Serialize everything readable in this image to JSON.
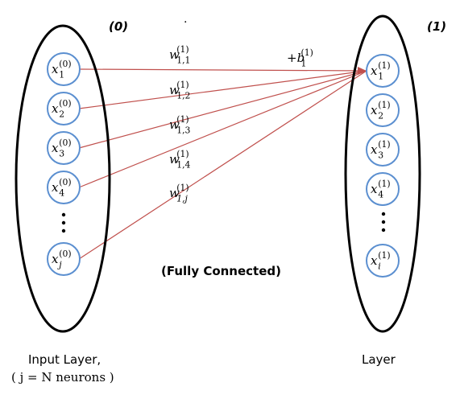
{
  "layers": {
    "input": {
      "index": "(0)",
      "caption_line1": "Input Layer,",
      "caption_line2": "( j = N neurons )"
    },
    "output": {
      "index": "(1)",
      "caption": "Layer"
    }
  },
  "input_neurons": [
    {
      "base": "x",
      "sub": "1",
      "sup": "(0)"
    },
    {
      "base": "x",
      "sub": "2",
      "sup": "(0)"
    },
    {
      "base": "x",
      "sub": "3",
      "sup": "(0)"
    },
    {
      "base": "x",
      "sub": "4",
      "sup": "(0)"
    },
    {
      "base": "x",
      "sub": "j",
      "sup": "(0)"
    }
  ],
  "output_neurons": [
    {
      "base": "x",
      "sub": "1",
      "sup": "(1)"
    },
    {
      "base": "x",
      "sub": "2",
      "sup": "(1)"
    },
    {
      "base": "x",
      "sub": "3",
      "sup": "(1)"
    },
    {
      "base": "x",
      "sub": "4",
      "sup": "(1)"
    },
    {
      "base": "x",
      "sub": "i",
      "sup": "(1)"
    }
  ],
  "weights": [
    {
      "base": "w",
      "sub": "1,1",
      "sup": "(1)"
    },
    {
      "base": "w",
      "sub": "1,2",
      "sup": "(1)"
    },
    {
      "base": "w",
      "sub": "1,3",
      "sup": "(1)"
    },
    {
      "base": "w",
      "sub": "1,4",
      "sup": "(1)"
    },
    {
      "base": "w",
      "sub": "1,j",
      "sup": "(1)"
    }
  ],
  "bias": {
    "prefix": "+b",
    "sub": "1",
    "sup": "(1)"
  },
  "center_label": "(Fully Connected)",
  "stray_mark": ".",
  "colors": {
    "edge": "#c0504d",
    "neuron_stroke": "#5b8fd0",
    "ellipse": "#000000"
  }
}
